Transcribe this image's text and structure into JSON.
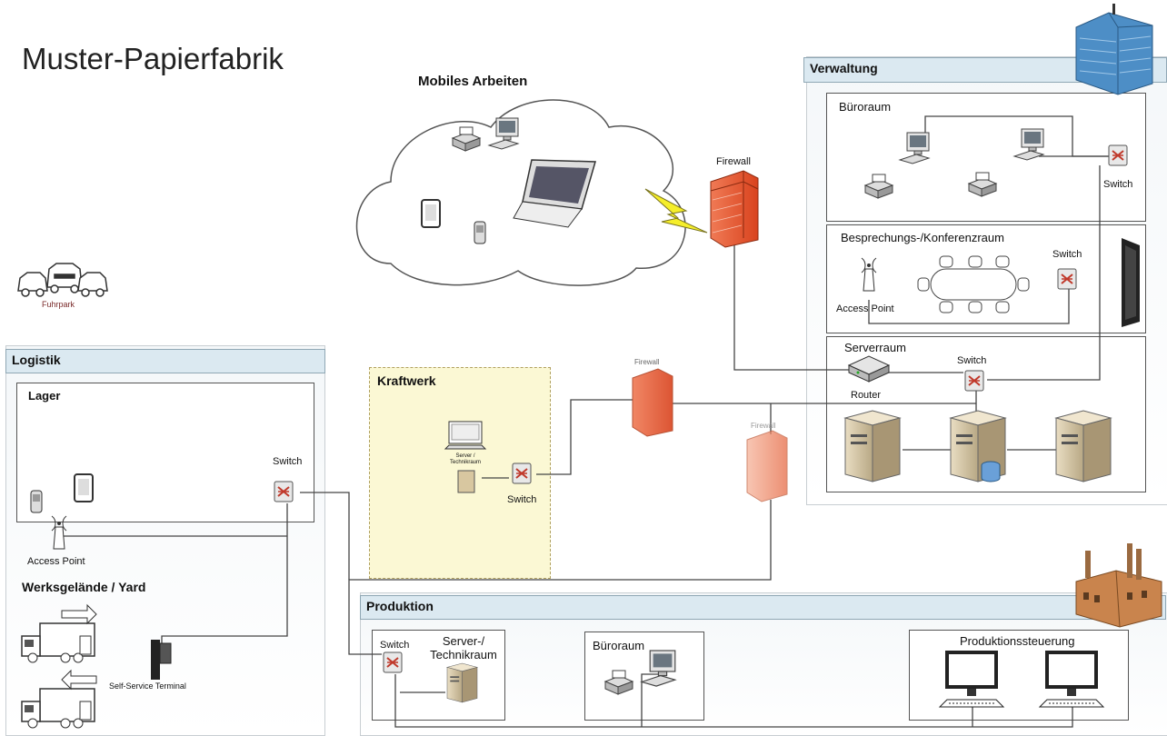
{
  "title": "Muster-Papierfabrik",
  "cloud": {
    "label": "Mobiles Arbeiten"
  },
  "firewall_main": {
    "label": "Firewall"
  },
  "firewall_mid": {
    "label": "Firewall"
  },
  "firewall_right": {
    "label": "Firewall"
  },
  "fuhrpark": {
    "label": "Fuhrpark"
  },
  "verwaltung": {
    "label": "Verwaltung",
    "bueroraum": {
      "label": "Büroraum",
      "switch": "Switch"
    },
    "besprechung": {
      "label": "Besprechungs-/Konferenzraum",
      "switch": "Switch",
      "access_point": "Access Point"
    },
    "serverraum": {
      "label": "Serverraum",
      "switch": "Switch",
      "router": "Router"
    }
  },
  "logistik": {
    "label": "Logistik",
    "lager": {
      "label": "Lager",
      "switch": "Switch"
    },
    "access_point": "Access Point",
    "yard": {
      "label": "Werksgelände / Yard"
    },
    "terminal": "Self-Service Terminal"
  },
  "kraftwerk": {
    "label": "Kraftwerk",
    "switch": "Switch",
    "server_label": "Server / Technikraum"
  },
  "produktion": {
    "label": "Produktion",
    "server": {
      "switch": "Switch",
      "label": "Server-/ Technikraum"
    },
    "bueroraum": {
      "label": "Büroraum"
    },
    "steuerung": {
      "label": "Produktionssteuerung"
    }
  },
  "colors": {
    "zone_header": "#dbe9f1",
    "firewall": "#e8552e",
    "kraftwerk_bg": "#fbf8d4",
    "switch": "#c0392b"
  }
}
